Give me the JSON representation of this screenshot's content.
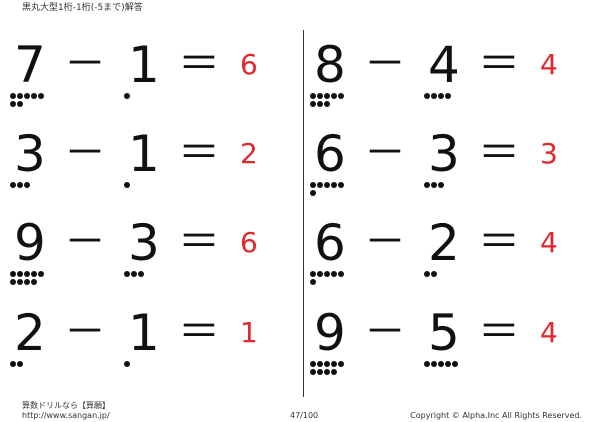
{
  "header": {
    "title": "黒丸大型1桁-1桁(-5まで)解答"
  },
  "operators": {
    "minus": "－",
    "equals": "＝"
  },
  "problems": [
    {
      "a": "7",
      "b": "1",
      "answer": "6",
      "a_dots": 7,
      "b_dots": 1
    },
    {
      "a": "3",
      "b": "1",
      "answer": "2",
      "a_dots": 3,
      "b_dots": 1
    },
    {
      "a": "9",
      "b": "3",
      "answer": "6",
      "a_dots": 9,
      "b_dots": 3
    },
    {
      "a": "2",
      "b": "1",
      "answer": "1",
      "a_dots": 2,
      "b_dots": 1
    },
    {
      "a": "8",
      "b": "4",
      "answer": "4",
      "a_dots": 8,
      "b_dots": 4
    },
    {
      "a": "6",
      "b": "3",
      "answer": "3",
      "a_dots": 6,
      "b_dots": 3
    },
    {
      "a": "6",
      "b": "2",
      "answer": "4",
      "a_dots": 6,
      "b_dots": 2
    },
    {
      "a": "9",
      "b": "5",
      "answer": "4",
      "a_dots": 9,
      "b_dots": 5
    }
  ],
  "footer": {
    "site_name": "算数ドリルなら【算願】",
    "url": "http://www.sangan.jp/",
    "page": "47/100",
    "copyright": "Copyright © Alpha.Inc All Rights Reserved."
  }
}
